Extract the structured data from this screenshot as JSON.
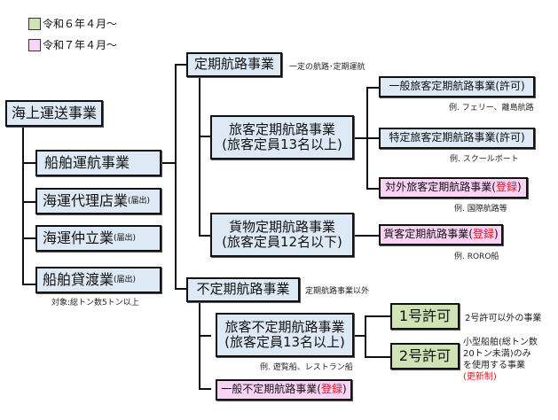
{
  "legend": [
    {
      "label": "令和６年４月～",
      "color": "#cfe3b5"
    },
    {
      "label": "令和７年４月～",
      "color": "#fbd3f5"
    }
  ],
  "root": {
    "label": "海上運送事業"
  },
  "level1": [
    {
      "label": "船舶運航事業",
      "suffix": ""
    },
    {
      "label": "海運代理店業",
      "suffix": "(届出)"
    },
    {
      "label": "海運仲立業",
      "suffix": "(届出)"
    },
    {
      "label": "船舶貸渡業",
      "suffix": "(届出)",
      "note": "対象:総トン数5トン以上"
    }
  ],
  "regular": {
    "label": "定期航路事業",
    "note": "一定の航路･定期運航",
    "passenger": {
      "line1": "旅客定期航路事業",
      "line2": "(旅客定員13名以上)",
      "children": [
        {
          "label": "一般旅客定期航路事業(許可)",
          "note": "例. フェリー、離島航路"
        },
        {
          "label": "特定旅客定期航路事業(許可)",
          "note": "例. スクールボート"
        },
        {
          "label": "対外旅客定期航路事業(",
          "reg": "登録",
          "close": ")",
          "note": "例. 国際航路等"
        }
      ]
    },
    "cargo": {
      "line1": "貨物定期航路事業",
      "line2": "(旅客定員12名以下)",
      "child": {
        "label": "貨客定期航路事業(",
        "reg": "登録",
        "close": ")",
        "note": "例. RORO船"
      }
    }
  },
  "irregular": {
    "label": "不定期航路事業",
    "note": "定期航路事業以外",
    "passenger": {
      "line1": "旅客不定期航路事業",
      "line2": "(旅客定員13名以上)",
      "note": "例. 遊覧船、レストラン船"
    },
    "general": {
      "label": "一般不定期航路事業(",
      "reg": "登録",
      "close": ")"
    },
    "permits": [
      {
        "label": "1号許可",
        "desc": "2号許可以外の事業"
      },
      {
        "label": "2号許可",
        "desc1": "小型船舶(総トン数",
        "desc2": "20トン未満)のみ",
        "desc3": "を使用する事業",
        "desc4": "(更新制)"
      }
    ]
  }
}
